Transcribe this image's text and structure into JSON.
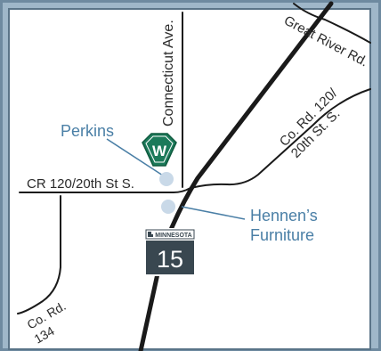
{
  "map": {
    "roads": {
      "connecticut": "Connecticut Ave.",
      "great_river": "Great River Rd.",
      "co_rd_120_line1": "Co. Rd. 120/",
      "co_rd_120_line2": "20th St. S.",
      "cr_120": "CR 120/20th St S.",
      "co_rd_134_line1": "Co. Rd.",
      "co_rd_134_line2": "134"
    },
    "places": {
      "perkins": "Perkins",
      "hennens_line1": "Hennen’s",
      "hennens_line2": "Furniture"
    },
    "highway_shield": {
      "state": "MINNESOTA",
      "number": "15"
    },
    "logo_letter": "W",
    "colors": {
      "frame": "#6e8aa0",
      "frame_light": "#9fb7c9",
      "map_background": "#ffffff",
      "road": "#1a1a1a",
      "label_blue": "#4a7fa6",
      "poi_dot": "#c9d9e8",
      "logo_green": "#1c7a5a",
      "shield_dark": "#394750"
    },
    "icons": [
      "perkins-location-icon",
      "hennens-location-icon",
      "logo-w-icon",
      "minnesota-shield-icon"
    ]
  }
}
